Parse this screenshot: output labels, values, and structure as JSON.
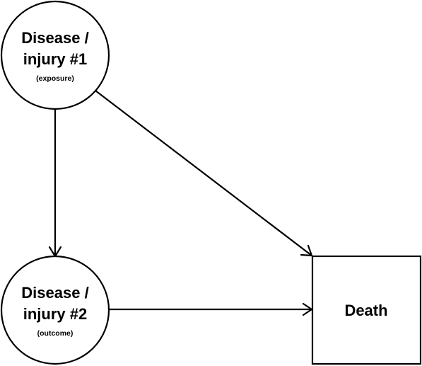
{
  "nodes": {
    "disease1": {
      "line1": "Disease /",
      "line2": "injury #1",
      "sub": "(exposure)"
    },
    "disease2": {
      "line1": "Disease /",
      "line2": "injury #2",
      "sub": "(outcome)"
    },
    "death": {
      "label": "Death"
    }
  },
  "edges": [
    {
      "from": "disease1",
      "to": "disease2"
    },
    {
      "from": "disease1",
      "to": "death"
    },
    {
      "from": "disease2",
      "to": "death"
    }
  ],
  "colors": {
    "stroke": "#000000",
    "fill": "#ffffff",
    "text": "#000000"
  }
}
